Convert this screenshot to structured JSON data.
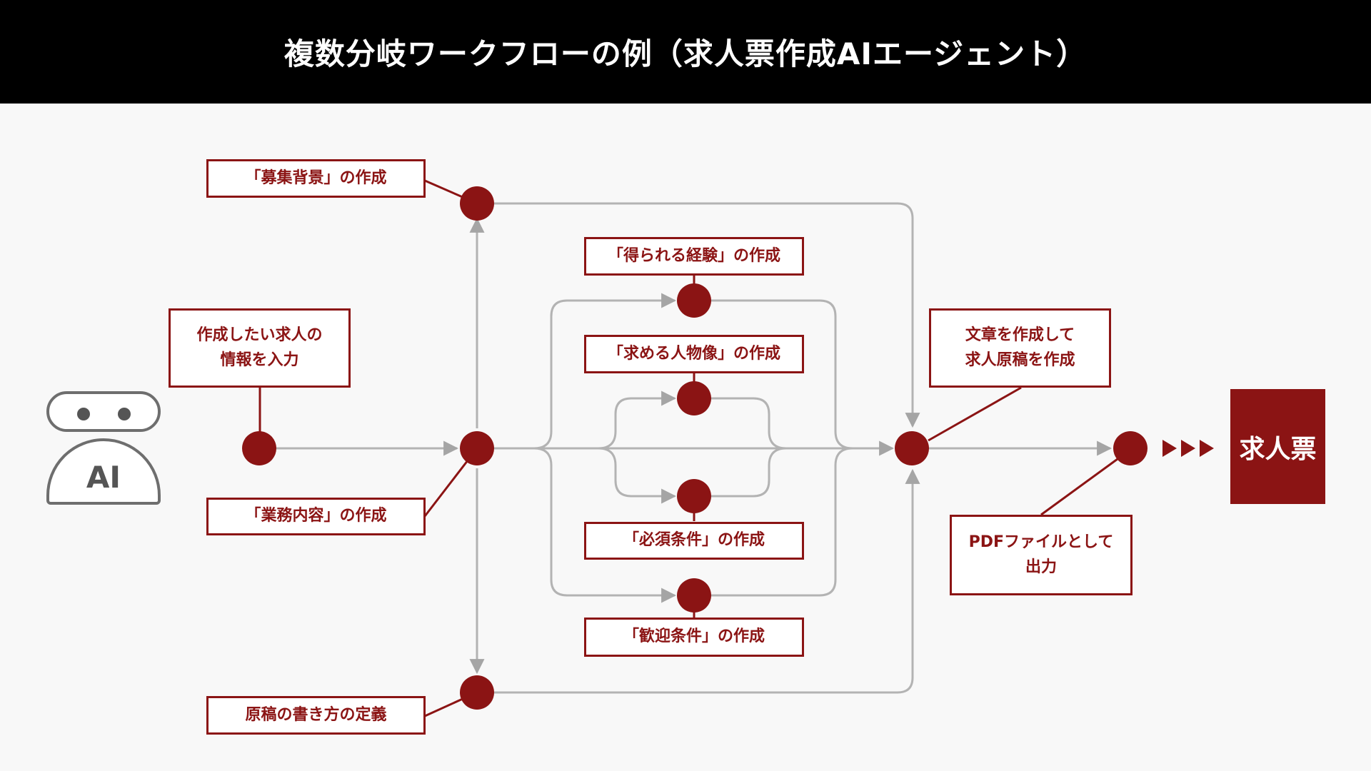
{
  "title": "複数分岐ワークフローの例（求人票作成AIエージェント）",
  "agent": {
    "label": "AI"
  },
  "labels": {
    "input": "作成したい求人の\n情報を入力",
    "background": "「募集背景」の作成",
    "duties": "「業務内容」の作成",
    "guide": "原稿の書き方の定義",
    "experience": "「得られる経験」の作成",
    "persona": "「求める人物像」の作成",
    "required": "「必須条件」の作成",
    "welcome": "「歓迎条件」の作成",
    "compose": "文章を作成して\n求人原稿を作成",
    "pdf": "PDFファイルとして\n出力"
  },
  "output": {
    "label": "求人票"
  },
  "colors": {
    "accent": "#8b1414",
    "connector": "#b3b3b3",
    "header_bg": "#000000"
  }
}
